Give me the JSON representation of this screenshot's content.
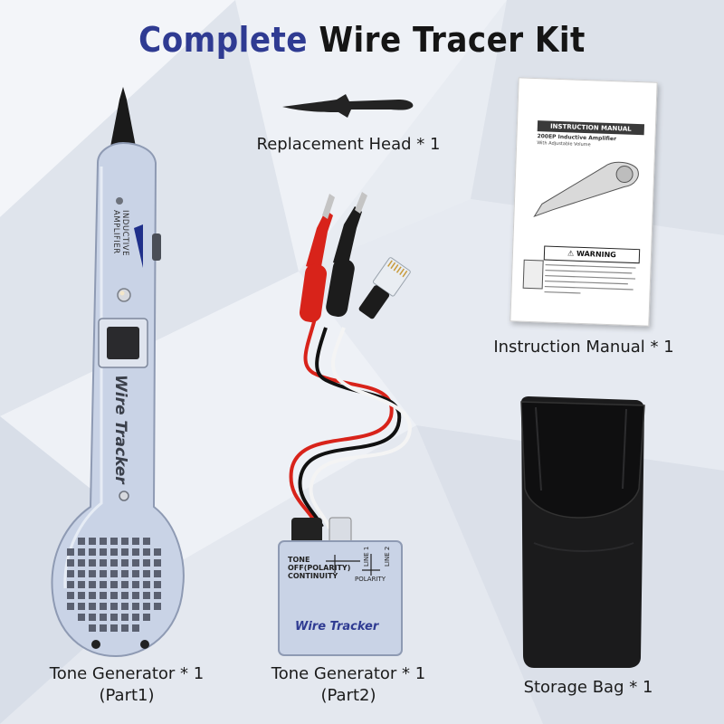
{
  "title": {
    "part1": "Complete",
    "part2": "Wire Tracer Kit"
  },
  "items": {
    "replacement_head": {
      "caption": "Replacement Head * 1"
    },
    "instruction_manual": {
      "caption": "Instruction Manual * 1",
      "header": "INSTRUCTION MANUAL",
      "subtitle": "200EP Inductive Amplifier",
      "subtitle2": "With Adjustable Volume",
      "warning": "WARNING"
    },
    "amplifier": {
      "caption_line1": "Tone Generator * 1",
      "caption_line2": "(Part1)",
      "label_line1": "INDUCTIVE",
      "label_line2": "AMPLIFIER",
      "brand": "Wire Tracker"
    },
    "tone_generator": {
      "caption_line1": "Tone Generator * 1",
      "caption_line2": "(Part2)",
      "switch_tone": "TONE",
      "switch_off": "OFF(POLARITY)",
      "switch_continuity": "CONTINUITY",
      "line1": "LINE 1",
      "line2": "LINE 2",
      "polarity": "POLARITY",
      "brand": "Wire Tracker"
    },
    "storage_bag": {
      "caption": "Storage Bag * 1"
    }
  },
  "colors": {
    "title_accent": "#2f3b92",
    "title_dark": "#151515",
    "device_body": "#c9d3e6",
    "clip_red": "#d8231a",
    "clip_black": "#1c1c1c"
  }
}
